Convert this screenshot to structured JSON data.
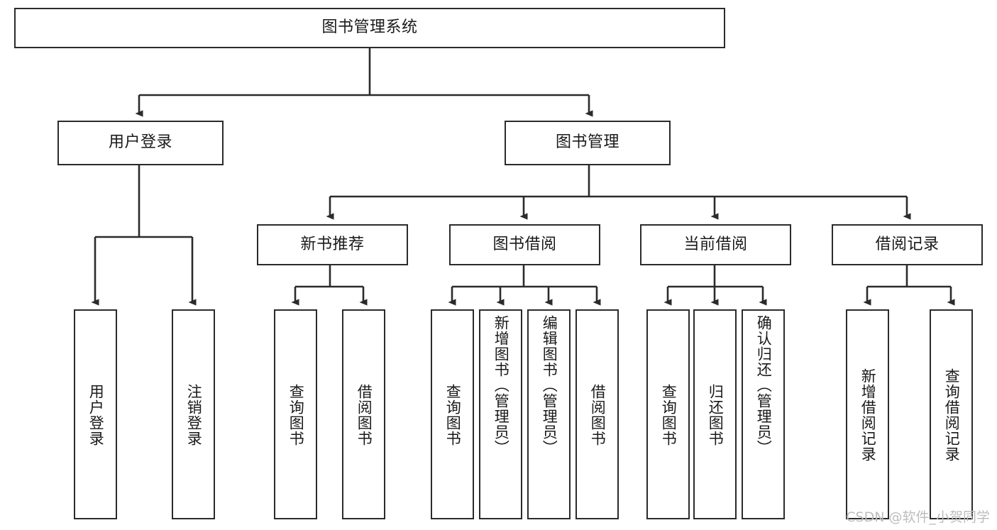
{
  "diagram": {
    "type": "tree-hierarchy-chart",
    "title": "图书管理系统",
    "line_color": "#2b2b2b",
    "box_fill": "#ffffff",
    "text_color": "#1a1a1a",
    "levels": 4,
    "root": {
      "label": "图书管理系统",
      "orientation": "horizontal"
    },
    "level2": [
      {
        "label": "用户登录",
        "orientation": "horizontal"
      },
      {
        "label": "图书管理",
        "orientation": "horizontal"
      }
    ],
    "level3": [
      {
        "label": "新书推荐",
        "orientation": "horizontal",
        "parent": "图书管理"
      },
      {
        "label": "图书借阅",
        "orientation": "horizontal",
        "parent": "图书管理"
      },
      {
        "label": "当前借阅",
        "orientation": "horizontal",
        "parent": "图书管理"
      },
      {
        "label": "借阅记录",
        "orientation": "horizontal",
        "parent": "图书管理"
      }
    ],
    "leaves": [
      {
        "label": "用户登录",
        "orientation": "vertical",
        "parent": "用户登录"
      },
      {
        "label": "注销登录",
        "orientation": "vertical",
        "parent": "用户登录"
      },
      {
        "label": "查询图书",
        "orientation": "vertical",
        "parent": "新书推荐"
      },
      {
        "label": "借阅图书",
        "orientation": "vertical",
        "parent": "新书推荐"
      },
      {
        "label": "查询图书",
        "orientation": "vertical",
        "parent": "图书借阅"
      },
      {
        "label": "新增图书（管理员）",
        "orientation": "vertical",
        "parent": "图书借阅"
      },
      {
        "label": "编辑图书（管理员）",
        "orientation": "vertical",
        "parent": "图书借阅"
      },
      {
        "label": "借阅图书",
        "orientation": "vertical",
        "parent": "图书借阅"
      },
      {
        "label": "查询图书",
        "orientation": "vertical",
        "parent": "当前借阅"
      },
      {
        "label": "归还图书",
        "orientation": "vertical",
        "parent": "当前借阅"
      },
      {
        "label": "确认归还（管理员）",
        "orientation": "vertical",
        "parent": "当前借阅"
      },
      {
        "label": "新增借阅记录",
        "orientation": "vertical",
        "parent": "借阅记录"
      },
      {
        "label": "查询借阅记录",
        "orientation": "vertical",
        "parent": "借阅记录"
      }
    ]
  },
  "watermark": {
    "text": "CSDN @软件_小贺同学"
  }
}
